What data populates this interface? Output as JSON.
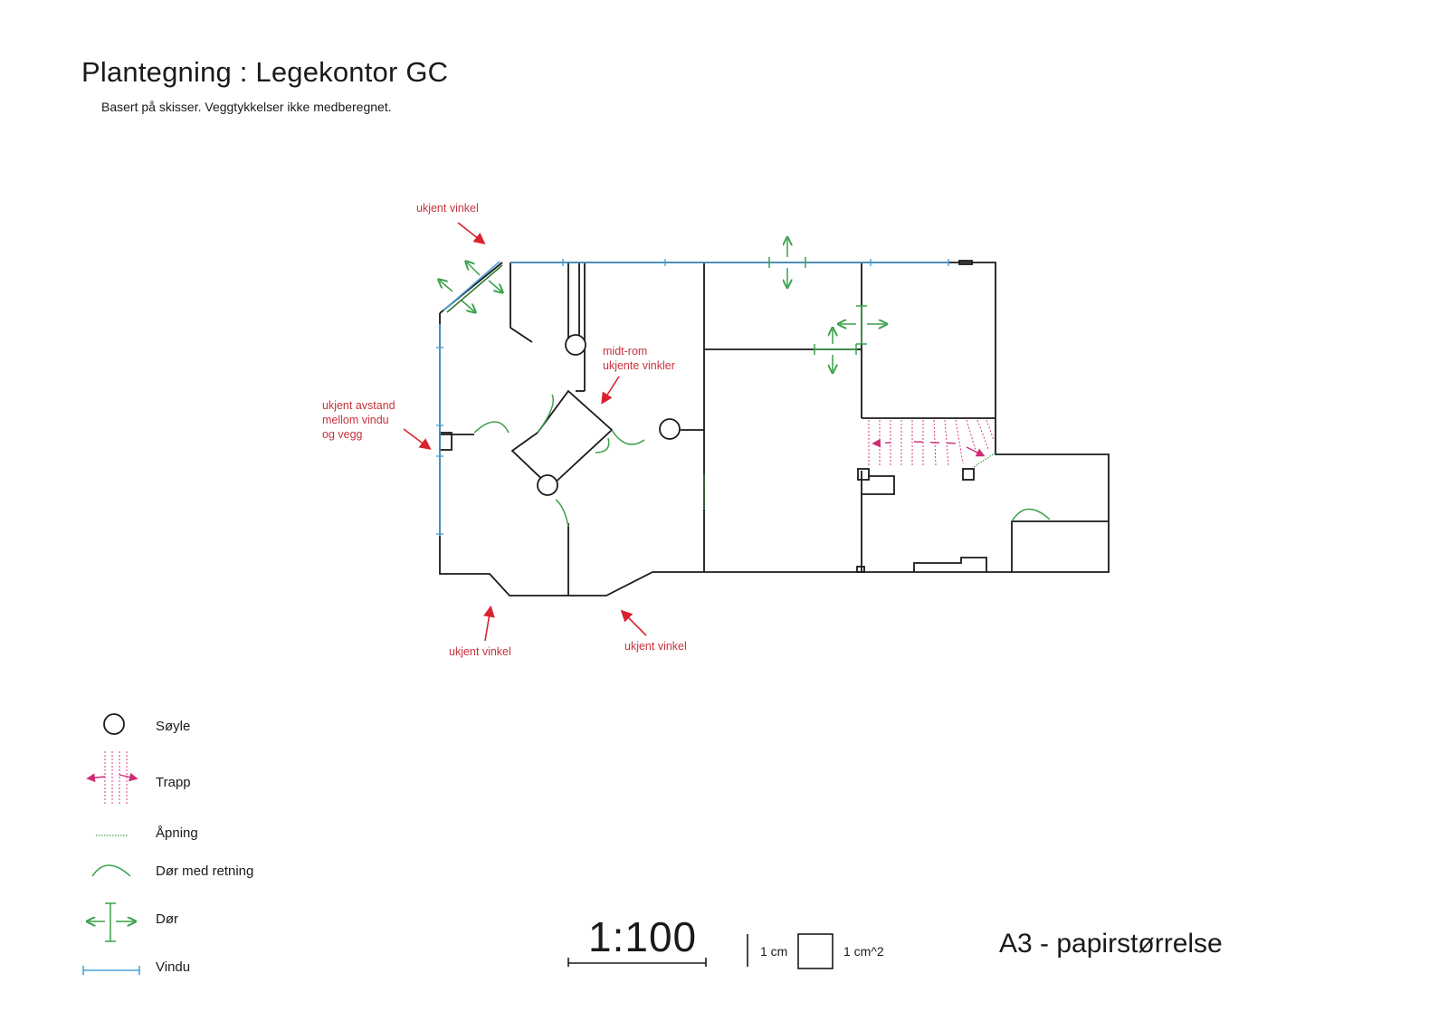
{
  "header": {
    "title": "Plantegning : Legekontor GC",
    "subtitle": "Basert på skisser. Veggtykkelser ikke medberegnet."
  },
  "annotations": [
    {
      "id": "ukjent-vinkel-top",
      "lines": [
        "ukjent vinkel"
      ]
    },
    {
      "id": "midt-rom",
      "lines": [
        "midt-rom",
        "ukjente vinkler"
      ]
    },
    {
      "id": "ukjent-avstand",
      "lines": [
        "ukjent avstand",
        "mellom vindu",
        "og vegg"
      ]
    },
    {
      "id": "ukjent-vinkel-bottom-left",
      "lines": [
        "ukjent vinkel"
      ]
    },
    {
      "id": "ukjent-vinkel-bottom-right",
      "lines": [
        "ukjent vinkel"
      ]
    }
  ],
  "legend": {
    "soyle": "Søyle",
    "trapp": "Trapp",
    "apning": "Åpning",
    "dor_med_retning": "Dør med retning",
    "dor": "Dør",
    "vindu": "Vindu"
  },
  "scale": {
    "ratio": "1:100",
    "unit_length": "1 cm",
    "unit_area": "1 cm^2"
  },
  "paper_size": "A3 - papirstørrelse",
  "colors": {
    "wall": "#1a1a1a",
    "window": "#4aa3d8",
    "door": "#3aa04a",
    "stairs": "#d02a78",
    "annotation": "#c8323c"
  }
}
